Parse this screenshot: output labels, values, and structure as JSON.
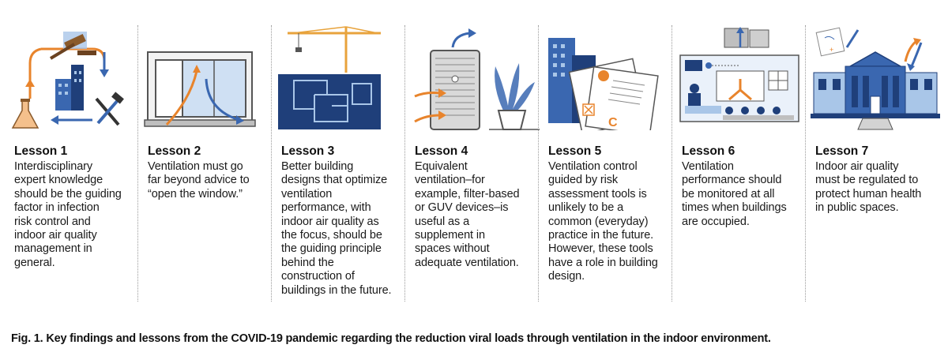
{
  "lessons": [
    {
      "title": "Lesson 1",
      "text": "Interdisciplinary\nexpert knowledge\nshould be the guiding\nfactor in infection\nrisk control and\nindoor air quality\nmanagement in\ngeneral."
    },
    {
      "title": "Lesson 2",
      "text": "Ventilation must go\nfar beyond advice to\n“open the window.”"
    },
    {
      "title": "Lesson 3",
      "text": "Better building\ndesigns that optimize\nventilation\nperformance, with\nindoor air quality as\nthe focus, should be\nthe guiding principle\nbehind the\nconstruction of\nbuildings in the future."
    },
    {
      "title": "Lesson 4",
      "text": "Equivalent\nventilation–for\nexample, filter-based\nor GUV devices–is\nuseful as a\nsupplement in\nspaces without\nadequate ventilation."
    },
    {
      "title": "Lesson 5",
      "text": "Ventilation control\nguided by risk\nassessment tools is\nunlikely to be a\ncommon (everyday)\npractice in the future.\nHowever, these tools\nhave a role in building\ndesign."
    },
    {
      "title": "Lesson 6",
      "text": "Ventilation\nperformance should\nbe monitored at all\ntimes when buildings\nare occupied."
    },
    {
      "title": "Lesson 7",
      "text": "Indoor air quality\nmust be regulated to\nprotect human health\nin public spaces."
    }
  ],
  "caption": "Fig. 1. Key findings and lessons from the COVID-19 pandemic regarding the reduction viral loads through ventilation in the indoor environment.",
  "illustration_c_label": "C",
  "colors": {
    "navy": "#1f3f7a",
    "blue": "#3a67b0",
    "light_blue": "#a9c6e8",
    "orange": "#e8842c",
    "gray": "#d3d3d3",
    "dark": "#333333"
  }
}
